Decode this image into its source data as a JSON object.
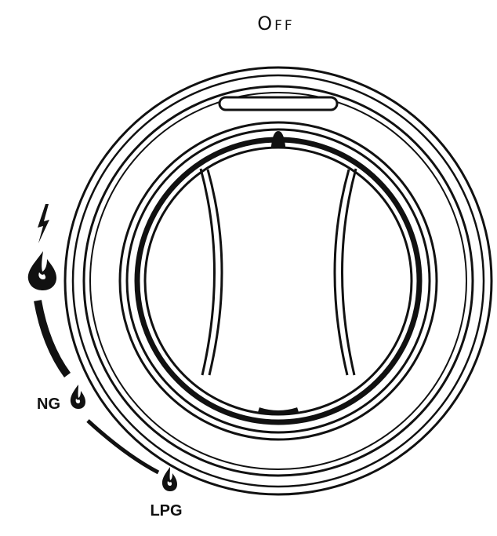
{
  "position_label": "Off",
  "markers": {
    "ignition_icon": "lightning-bolt",
    "max_flame_icon": "large-flame",
    "ng_icon": "small-flame",
    "lpg_icon": "small-flame"
  },
  "labels": {
    "ng": "NG",
    "lpg": "LPG"
  },
  "colors": {
    "line": "#111111",
    "background": "#ffffff"
  }
}
